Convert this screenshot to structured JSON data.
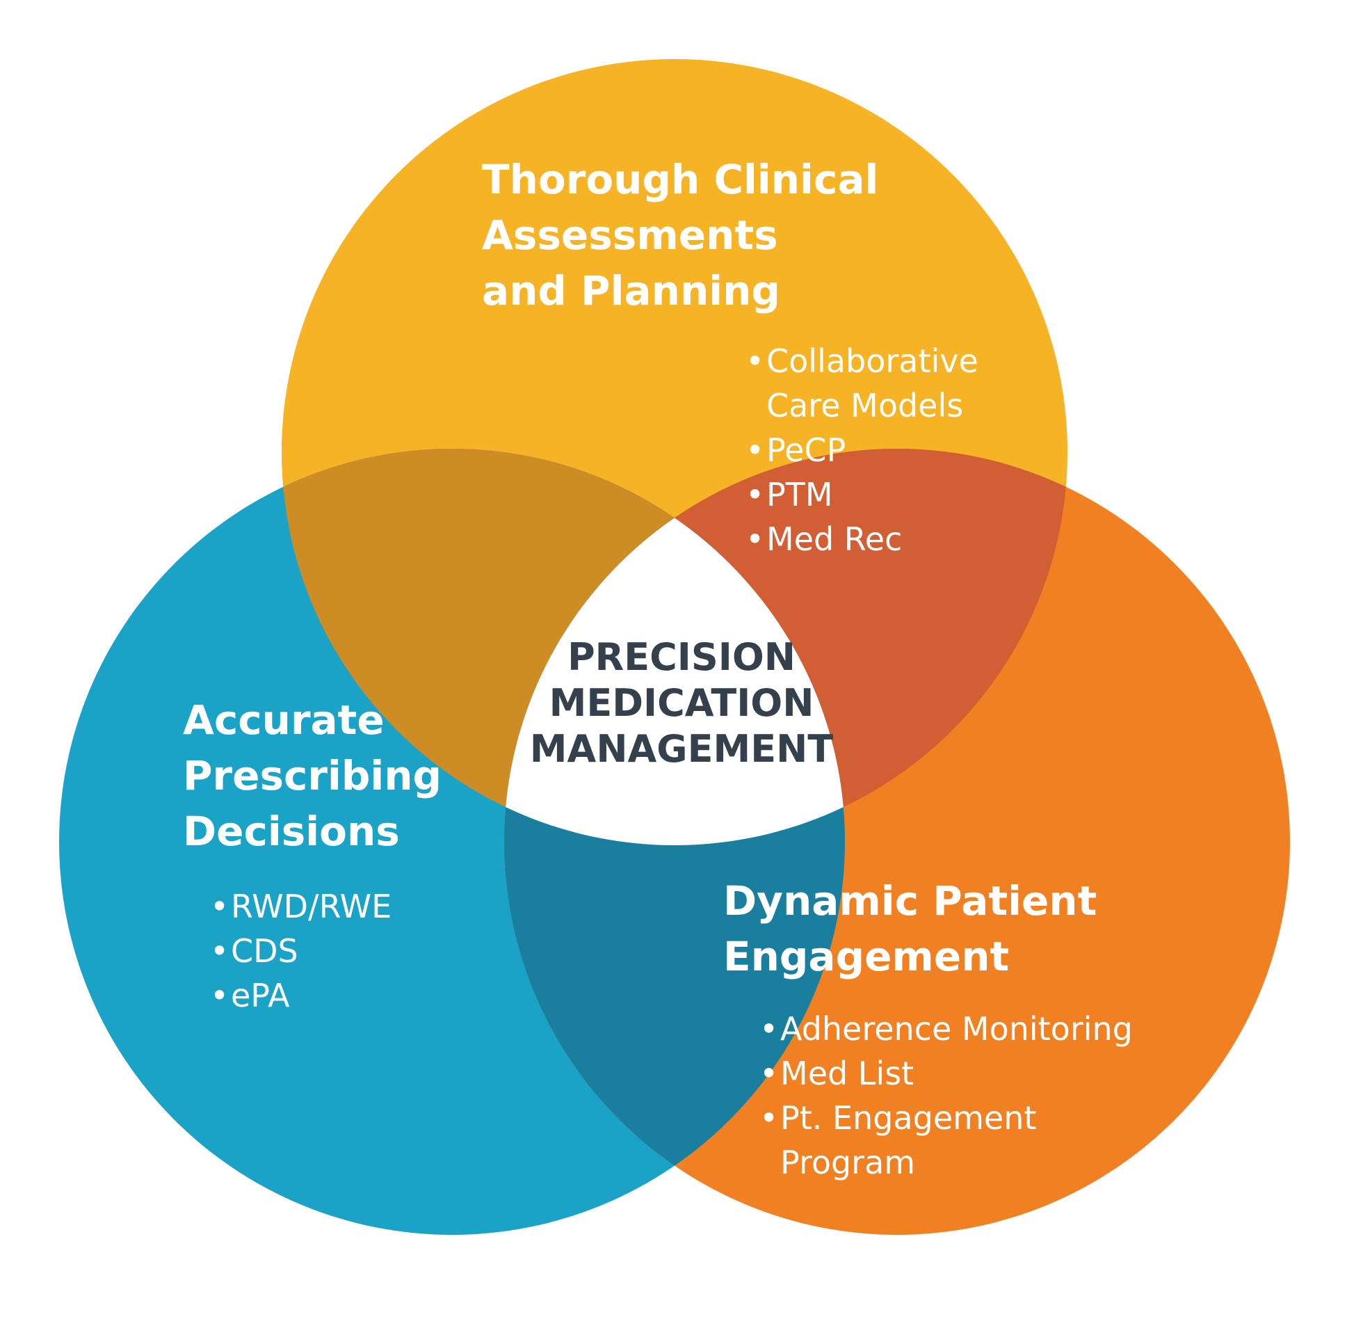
{
  "colors": {
    "top_circle": "#f5b325",
    "left_circle": "#1aa3c7",
    "right_circle": "#f18022",
    "top_left_overlap": "#cd8c24",
    "top_right_overlap": "#d25f33",
    "left_right_overlap": "#1a7f9e",
    "center": "#ffffff",
    "center_text": "#34404c",
    "label_text": "#ffffff"
  },
  "center": {
    "lines": [
      "PRECISION",
      "MEDICATION",
      "MANAGEMENT"
    ]
  },
  "top": {
    "title_lines": [
      "Thorough Clinical",
      "Assessments",
      "and Planning"
    ],
    "bullets": [
      [
        "Collaborative",
        "Care Models"
      ],
      [
        "PeCP"
      ],
      [
        "PTM"
      ],
      [
        "Med Rec"
      ]
    ]
  },
  "left": {
    "title_lines": [
      "Accurate",
      "Prescribing",
      "Decisions"
    ],
    "bullets": [
      [
        "RWD/RWE"
      ],
      [
        "CDS"
      ],
      [
        "ePA"
      ]
    ]
  },
  "right": {
    "title_lines": [
      "Dynamic Patient",
      "Engagement"
    ],
    "bullets": [
      [
        "Adherence Monitoring"
      ],
      [
        "Med List"
      ],
      [
        "Pt. Engagement",
        "Program"
      ]
    ]
  }
}
